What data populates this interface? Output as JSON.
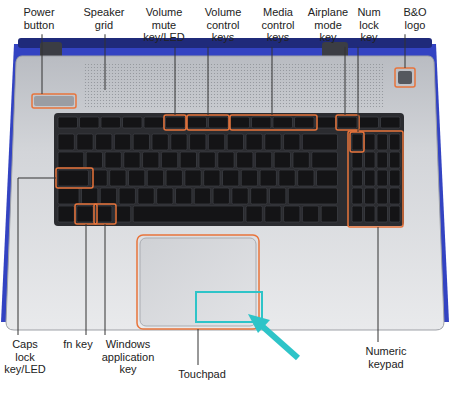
{
  "diagram": {
    "labels": [
      "Power button",
      "Speaker grid",
      "Volume mute key/LED",
      "Volume control keys",
      "Media control keys",
      "Airplane mode key",
      "Num lock key",
      "B&O logo",
      "Caps lock key/LED",
      "fn key",
      "Windows application key",
      "Touchpad",
      "Numeric keypad"
    ]
  }
}
